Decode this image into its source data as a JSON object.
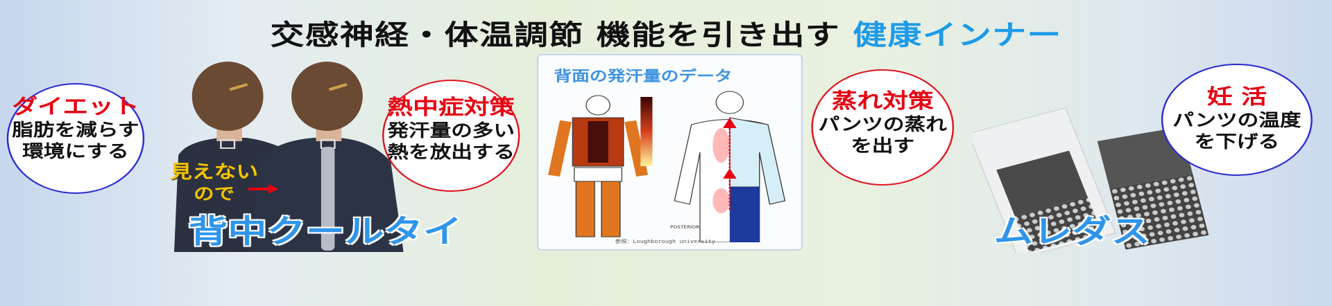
{
  "title": {
    "main": "交感神経・体温調節 機能を引き出す ",
    "highlight": "健康インナー"
  },
  "circles": [
    {
      "heading": "ダイエット",
      "lines": [
        "脂肪を減らす",
        "環境にする"
      ],
      "border": "#2b2bd1"
    },
    {
      "heading": "熱中症対策",
      "lines": [
        "発汗量の多い",
        "熱を放出する"
      ],
      "border": "#e0141e"
    },
    {
      "heading": "蒸れ対策",
      "lines": [
        "パンツの蒸れ",
        "を出す"
      ],
      "border": "#e0141e"
    },
    {
      "heading": "妊 活",
      "lines": [
        "パンツの温度",
        "を下げる"
      ],
      "border": "#2b2bd1"
    }
  ],
  "products": [
    {
      "name": "背中クールタイ",
      "note_line1": "見えない",
      "note_line2": "ので"
    },
    {
      "name": "ムレダス"
    }
  ],
  "panel": {
    "title": "背面の発汗量のデータ",
    "credit": "参照：Loughborough university",
    "figure_label": "POSTERIOR"
  },
  "colors": {
    "accent_blue": "#2f95ea",
    "accent_red": "#e60012",
    "note_yellow": "#f5c400"
  }
}
